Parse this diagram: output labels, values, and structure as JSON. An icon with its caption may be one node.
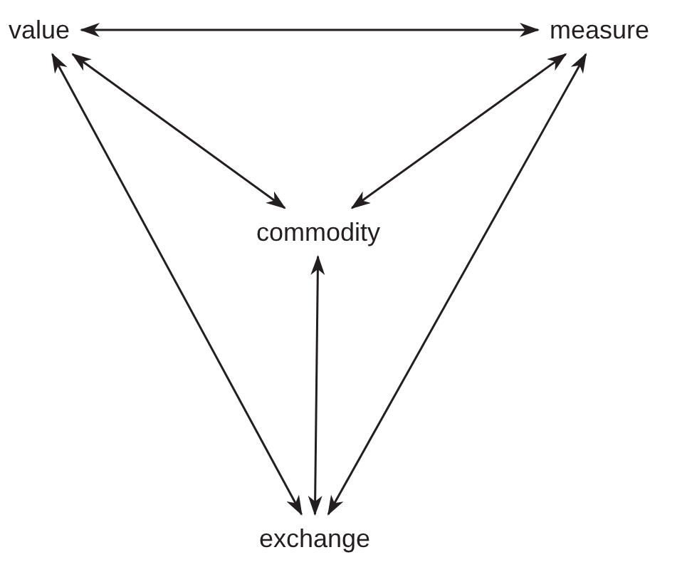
{
  "diagram": {
    "nodes": [
      {
        "text": [
          "value"
        ]
      },
      {
        "text": [
          "measure"
        ]
      },
      {
        "text": [
          "commodity"
        ]
      },
      {
        "text": [
          "exchange"
        ]
      }
    ],
    "edges": [
      {
        "from": 0,
        "to": 1,
        "arrow": "both"
      },
      {
        "from": 0,
        "to": 2,
        "arrow": "both"
      },
      {
        "from": 1,
        "to": 2,
        "arrow": "both"
      },
      {
        "from": 2,
        "to": 3,
        "arrow": "both"
      },
      {
        "from": 0,
        "to": 3,
        "arrow": "both"
      },
      {
        "from": 1,
        "to": 3,
        "arrow": "both"
      }
    ]
  }
}
